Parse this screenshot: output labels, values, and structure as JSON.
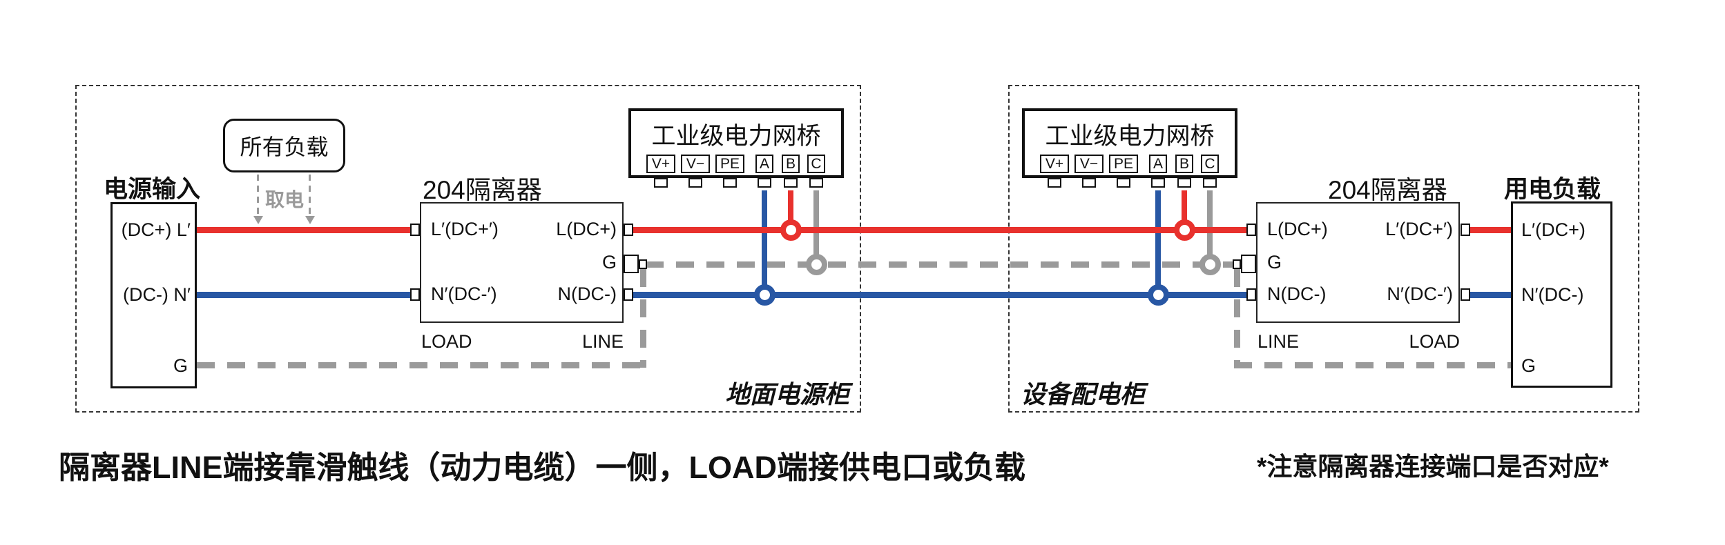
{
  "colors": {
    "wire_red": "#e8312d",
    "wire_blue": "#2857a4",
    "wire_gray": "#9a9a9a"
  },
  "cabinets": {
    "left_label": "地面电源柜",
    "right_label": "设备配电柜"
  },
  "power_input": {
    "title": "电源输入",
    "terminal_dc_plus": "(DC+) L′",
    "terminal_dc_minus": "(DC-) N′",
    "terminal_ground": "G"
  },
  "all_loads": {
    "label": "所有负载",
    "tap_label": "取电"
  },
  "isolator": {
    "title": "204隔离器",
    "load_plus": "L′(DC+′)",
    "load_minus": "N′(DC-′)",
    "line_plus": "L(DC+)",
    "line_minus": "N(DC-)",
    "ground": "G",
    "load_side_label": "LOAD",
    "line_side_label": "LINE"
  },
  "bridge": {
    "title": "工业级电力网桥",
    "terminals": [
      "V+",
      "V−",
      "PE",
      "A",
      "B",
      "C"
    ]
  },
  "load_box": {
    "title": "用电负载",
    "terminal_dc_plus": "L′(DC+)",
    "terminal_dc_minus": "N′(DC-)",
    "terminal_ground": "G"
  },
  "caption": "隔离器LINE端接靠滑触线（动力电缆）一侧，LOAD端接供电口或负载",
  "note": "*注意隔离器连接端口是否对应*"
}
